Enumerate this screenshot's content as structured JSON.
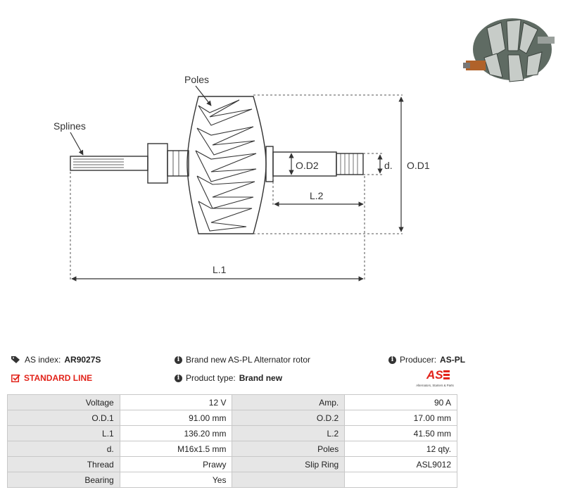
{
  "drawing": {
    "labels": {
      "poles": "Poles",
      "splines": "Splines",
      "od2": "O.D2",
      "d": "d.",
      "od1": "O.D1",
      "l2": "L.2",
      "l1": "L.1"
    }
  },
  "logo": {
    "brand": "AS",
    "tagline": "Alternators, Starters & Parts"
  },
  "info": {
    "as_index_label": "AS index:",
    "as_index_value": "AR9027S",
    "standard_line": "STANDARD LINE",
    "description": "Brand new AS-PL Alternator rotor",
    "product_type_label": "Product type:",
    "product_type_value": "Brand new",
    "producer_label": "Producer:",
    "producer_value": "AS-PL"
  },
  "specs": [
    [
      "Voltage",
      "12 V",
      "Amp.",
      "90 A"
    ],
    [
      "O.D.1",
      "91.00 mm",
      "O.D.2",
      "17.00 mm"
    ],
    [
      "L.1",
      "136.20 mm",
      "L.2",
      "41.50 mm"
    ],
    [
      "d.",
      "M16x1.5 mm",
      "Poles",
      "12 qty."
    ],
    [
      "Thread",
      "Prawy",
      "Slip Ring",
      "ASL9012"
    ],
    [
      "Bearing",
      "Yes",
      "",
      ""
    ]
  ],
  "colors": {
    "accent": "#e2231a",
    "label_bg": "#e6e6e6",
    "border": "#c8c8c8"
  }
}
